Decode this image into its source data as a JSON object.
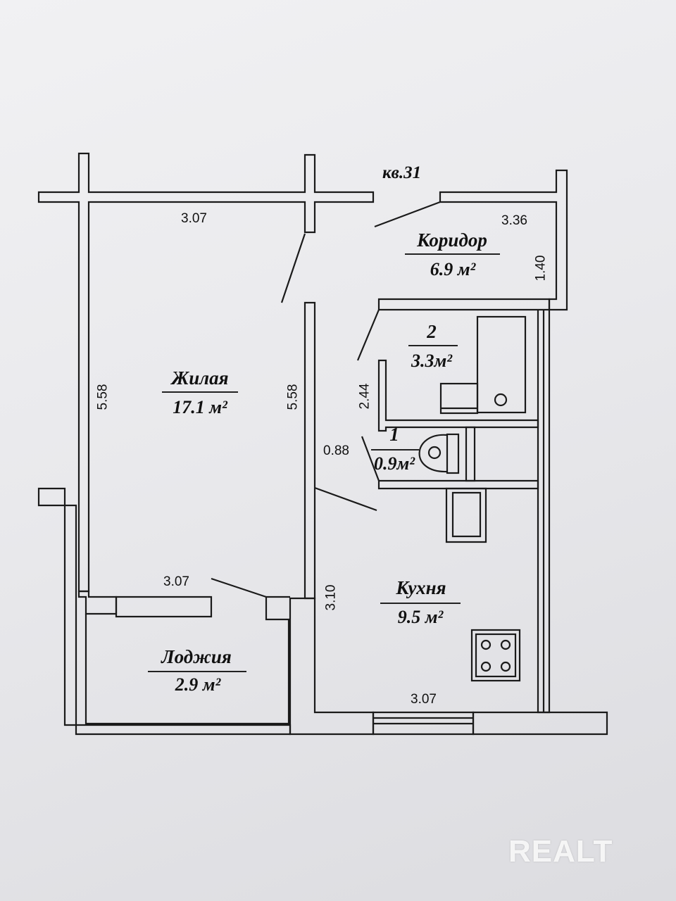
{
  "apartment": {
    "label": "кв.31"
  },
  "rooms": {
    "living": {
      "name": "Жилая",
      "area": "17.1 м²"
    },
    "corridor": {
      "name": "Коридор",
      "area": "6.9 м²"
    },
    "bathroom": {
      "number": "2",
      "area": "3.3м²"
    },
    "toilet": {
      "number": "1",
      "area": "0.9м²"
    },
    "kitchen": {
      "name": "Кухня",
      "area": "9.5 м²"
    },
    "loggia": {
      "name": "Лоджия",
      "area": "2.9 м²"
    }
  },
  "dimensions": {
    "living_top": "3.07",
    "living_left": "5.58",
    "living_right": "5.58",
    "living_bottom": "3.07",
    "corridor_width": "3.36",
    "corridor_depth": "1.40",
    "bath_height": "2.44",
    "passage": "0.88",
    "kitchen_left": "3.10",
    "kitchen_bottom": "3.07"
  },
  "watermark": "REALT"
}
